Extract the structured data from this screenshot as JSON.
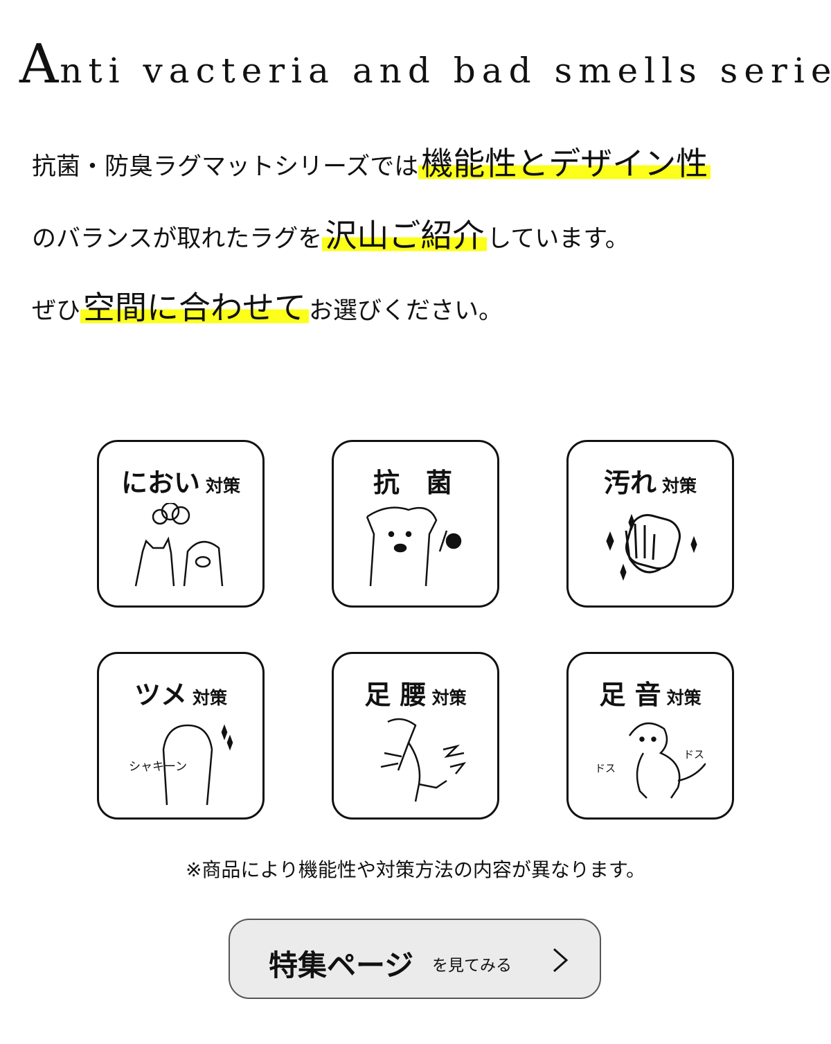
{
  "title": {
    "first_letter": "A",
    "rest": "nti vacteria and bad smells series"
  },
  "intro": {
    "line1": {
      "pre": "抗菌・防臭ラグマットシリーズでは",
      "highlight": "機能性とデザイン性",
      "post": ""
    },
    "line2": {
      "pre": "のバランスが取れたラグを",
      "highlight": "沢山ご紹介",
      "post": "しています。"
    },
    "line3": {
      "pre": "ぜひ",
      "highlight": "空間に合わせて",
      "post": "お選びください。"
    }
  },
  "highlight_color": "#fbff1a",
  "features": [
    {
      "label": "におい",
      "suffix": "対策",
      "icon": "cat-dog-smell-icon"
    },
    {
      "label": "抗　菌",
      "suffix": "",
      "icon": "dog-germ-icon"
    },
    {
      "label": "汚れ",
      "suffix": "対策",
      "icon": "wiping-hand-icon"
    },
    {
      "label": "ツメ",
      "suffix": "対策",
      "icon": "paw-claw-icon",
      "sfx": "シャキーン"
    },
    {
      "label": "足 腰",
      "suffix": "対策",
      "icon": "jumping-dog-icon"
    },
    {
      "label": "足 音",
      "suffix": "対策",
      "icon": "stomping-dog-icon",
      "sfx1": "ドス",
      "sfx2": "ドス"
    }
  ],
  "note": "※商品により機能性や対策方法の内容が異なります。",
  "cta": {
    "main": "特集ページ",
    "sub": "を見てみる",
    "icon": "chevron-right-icon"
  }
}
